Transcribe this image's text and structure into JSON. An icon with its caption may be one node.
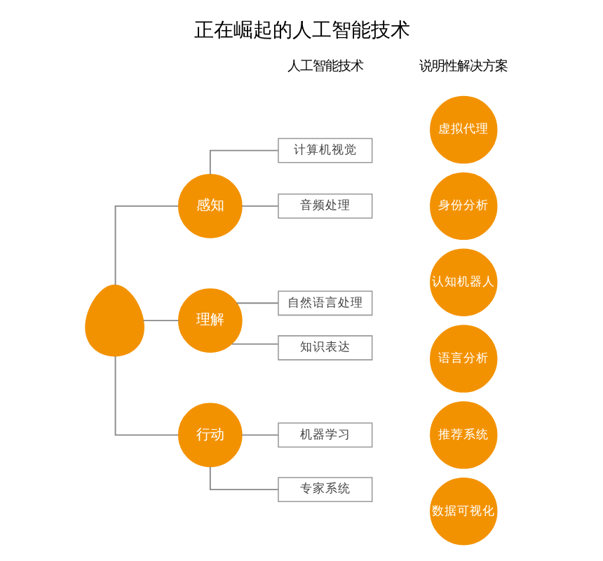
{
  "diagram": {
    "title": "正在崛起的人工智能技术",
    "nodes": [
      {
        "text": [],
        "shape": "person"
      },
      {
        "text": [
          "感知"
        ]
      },
      {
        "text": [
          "理解"
        ]
      },
      {
        "text": [
          "行动"
        ]
      },
      {
        "text": [
          "计算机视觉"
        ]
      },
      {
        "text": [
          "音频处理"
        ]
      },
      {
        "text": [
          "自然语言处理"
        ]
      },
      {
        "text": [
          "知识表达"
        ]
      },
      {
        "text": [
          "机器学习"
        ]
      },
      {
        "text": [
          "专家系统"
        ]
      },
      {
        "text": [
          "虚拟代理"
        ]
      },
      {
        "text": [
          "身份分析"
        ]
      },
      {
        "text": [
          "认知机器人"
        ]
      },
      {
        "text": [
          "语言分析"
        ]
      },
      {
        "text": [
          "推荐系统"
        ]
      },
      {
        "text": [
          "数据可视化"
        ]
      }
    ],
    "edges": [
      {
        "from": 0,
        "to": 1,
        "arrow": "none"
      },
      {
        "from": 0,
        "to": 2,
        "arrow": "none"
      },
      {
        "from": 0,
        "to": 3,
        "arrow": "none"
      },
      {
        "from": 1,
        "to": 4,
        "arrow": "none"
      },
      {
        "from": 1,
        "to": 5,
        "arrow": "none"
      },
      {
        "from": 2,
        "to": 6,
        "arrow": "none"
      },
      {
        "from": 2,
        "to": 7,
        "arrow": "none"
      },
      {
        "from": 3,
        "to": 8,
        "arrow": "none"
      },
      {
        "from": 3,
        "to": 9,
        "arrow": "none"
      }
    ],
    "labels": [
      "人工智能技术",
      "说明性解决方案"
    ]
  }
}
